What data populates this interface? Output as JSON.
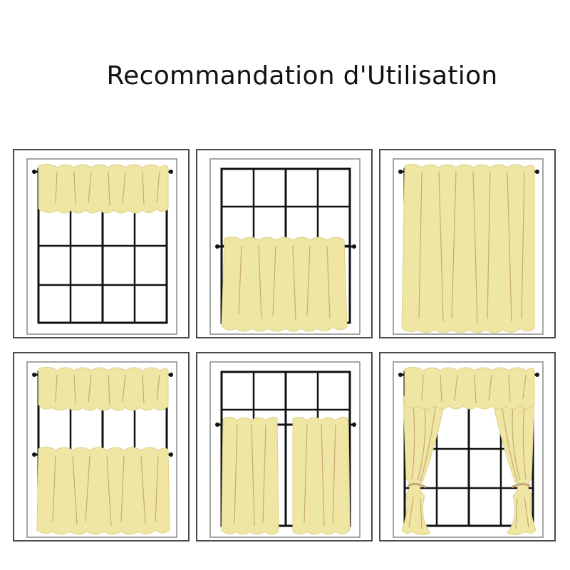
{
  "title": "Recommandation d'Utilisation",
  "colors": {
    "curtain": "#efe6a4",
    "curtain_fold": "#c9a879",
    "curtain_edge": "#ddd08a",
    "frame": "#111111",
    "panel_border": "#4a4a4a",
    "inner_border": "#8a8a8a"
  },
  "panels": [
    {
      "style": "valance-only"
    },
    {
      "style": "cafe-tier"
    },
    {
      "style": "full-length-panel"
    },
    {
      "style": "valance-and-tier"
    },
    {
      "style": "two-tier-panels"
    },
    {
      "style": "valance-with-tiebacks"
    }
  ]
}
